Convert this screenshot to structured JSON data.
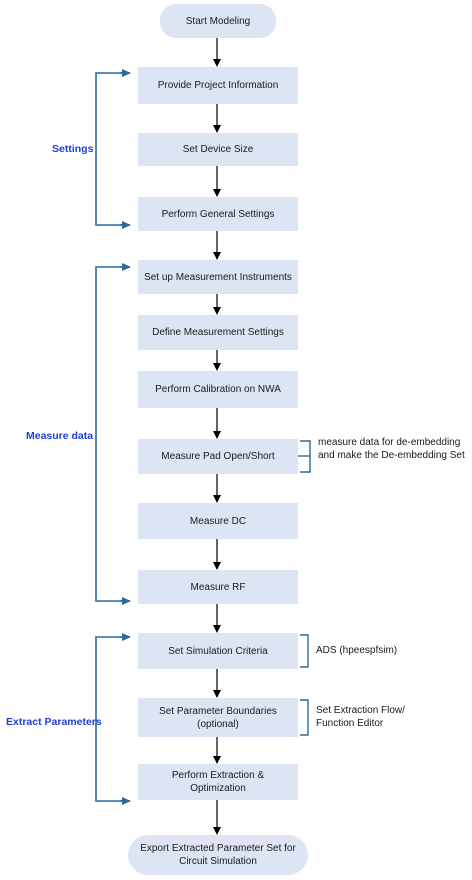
{
  "colors": {
    "node_fill": "#dde5f4",
    "arrow": "#000000",
    "bracket": "#2b6a9a",
    "group_label": "#1f3fd6"
  },
  "nodes": {
    "start": "Start Modeling",
    "project_info": "Provide Project Information",
    "device_size": "Set Device Size",
    "general_settings": "Perform General Settings",
    "instruments": "Set up Measurement Instruments",
    "measurement_settings": "Define Measurement Settings",
    "calibration": "Perform Calibration on NWA",
    "pad_open_short": "Measure Pad Open/Short",
    "measure_dc": "Measure DC",
    "measure_rf": "Measure RF",
    "sim_criteria": "Set Simulation Criteria",
    "param_bounds": "Set Parameter Boundaries (optional)",
    "extraction": "Perform Extraction & Optimization",
    "export": "Export Extracted Parameter Set for Circuit Simulation"
  },
  "groups": {
    "settings": "Settings",
    "measure": "Measure data",
    "extract": "Extract Parameters"
  },
  "notes": {
    "deembed": "measure data for de-embedding and make the De-embedding Set",
    "ads": "ADS (hpeespfsim)",
    "flow": "Set Extraction Flow/ Function Editor"
  }
}
